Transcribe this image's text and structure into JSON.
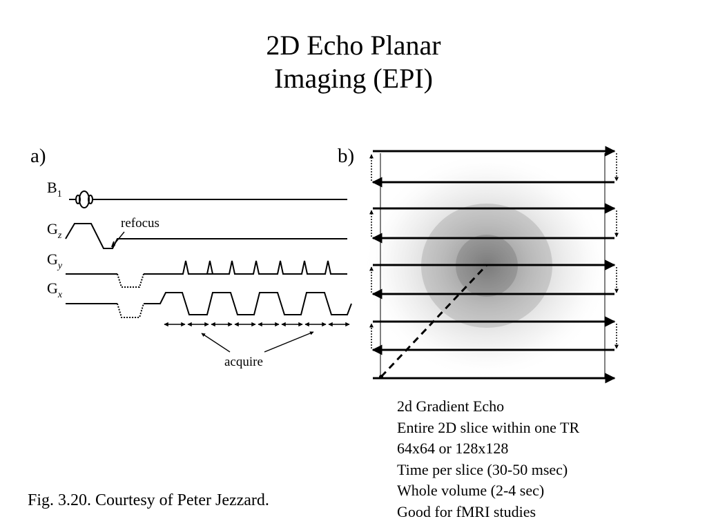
{
  "slide": {
    "title_line1": "2D Echo Planar",
    "title_line2": "Imaging (EPI)",
    "panel_a_label": "a)",
    "panel_b_label": "b)",
    "caption": "Fig. 3.20. Courtesy of Peter Jezzard."
  },
  "pulse_sequence": {
    "channels": [
      {
        "base": "B",
        "sub": "1"
      },
      {
        "base": "G",
        "sub": "z"
      },
      {
        "base": "G",
        "sub": "y"
      },
      {
        "base": "G",
        "sub": "x"
      }
    ],
    "refocus_label": "refocus",
    "acquire_label": "acquire"
  },
  "notes": [
    "2d Gradient Echo",
    "Entire 2D slice within one TR",
    "64x64 or 128x128",
    "Time per slice (30-50 msec)",
    "Whole volume (2-4 sec)",
    "Good for fMRI studies"
  ]
}
